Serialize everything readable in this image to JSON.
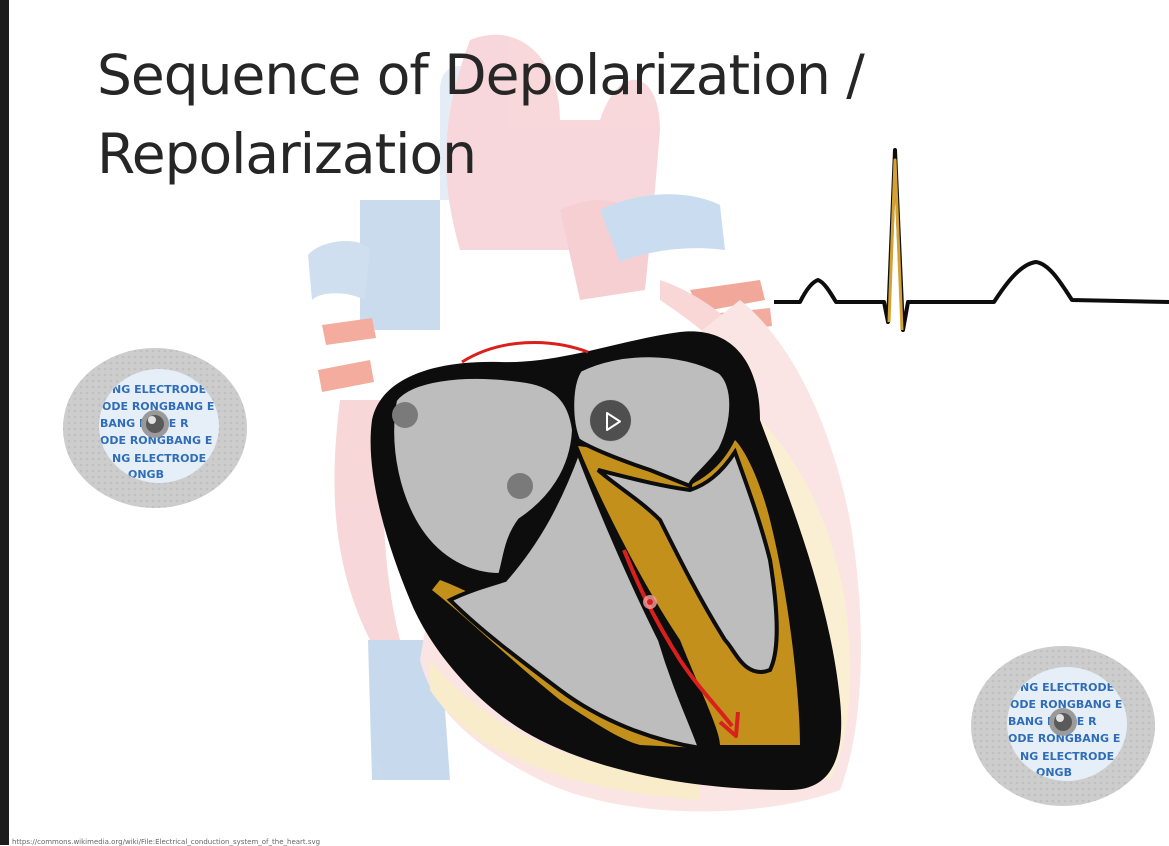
{
  "slide": {
    "title_line1": "Sequence of Depolarization /",
    "title_line2": "Repolarization",
    "source_note": "https://commons.wikimedia.org/wiki/File:Electrical_conduction_system_of_the_heart.svg"
  },
  "electrode_labels": {
    "row1": "NG ELECTRODE",
    "row2": "ODE RONGBANG E",
    "row3": "BANG E    ODE R",
    "row4": "ODE RONGBANG E",
    "row5": "NG ELECTRODE",
    "row6": "ONGB"
  },
  "media": {
    "play_button": "play"
  },
  "icons": {
    "play": "play-icon"
  },
  "colors": {
    "title": "#262626",
    "conduction_tissue": "#c4901c",
    "pathway_arrow": "#d9201c",
    "chamber_fill": "#c0c0c0",
    "ecg_highlight": "#d4a232"
  }
}
